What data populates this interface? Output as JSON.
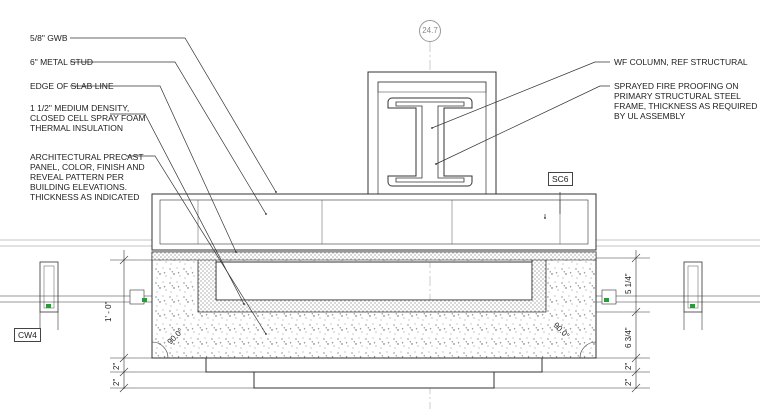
{
  "grid_bubble": "24.7",
  "tags": {
    "sc": "SC6",
    "cw": "CW4"
  },
  "notes_left": [
    "5/8\" GWB",
    "6\" METAL STUD",
    "EDGE OF SLAB LINE",
    "1 1/2\" MEDIUM DENSITY,\nCLOSED CELL SPRAY FOAM\nTHERMAL INSULATION",
    "ARCHITECTURAL PRECAST\nPANEL, COLOR, FINISH AND\nREVEAL PATTERN PER\nBUILDING ELEVATIONS.\nTHICKNESS AS INDICATED"
  ],
  "notes_right": [
    "WF COLUMN, REF STRUCTURAL",
    "SPRAYED FIRE PROOFING ON\nPRIMARY STRUCTURAL STEEL\nFRAME, THICKNESS AS REQUIRED\nBY UL ASSEMBLY"
  ],
  "dimensions": {
    "left_top": "1' - 0\"",
    "left_mid": "2\"",
    "left_bot": "2\"",
    "right_top": "5 1/4\"",
    "right_mid": "6 3/4\"",
    "right_mid2": "2\"",
    "right_bot": "2\""
  },
  "angles": {
    "left": "90.0°",
    "right": "90.0°"
  }
}
